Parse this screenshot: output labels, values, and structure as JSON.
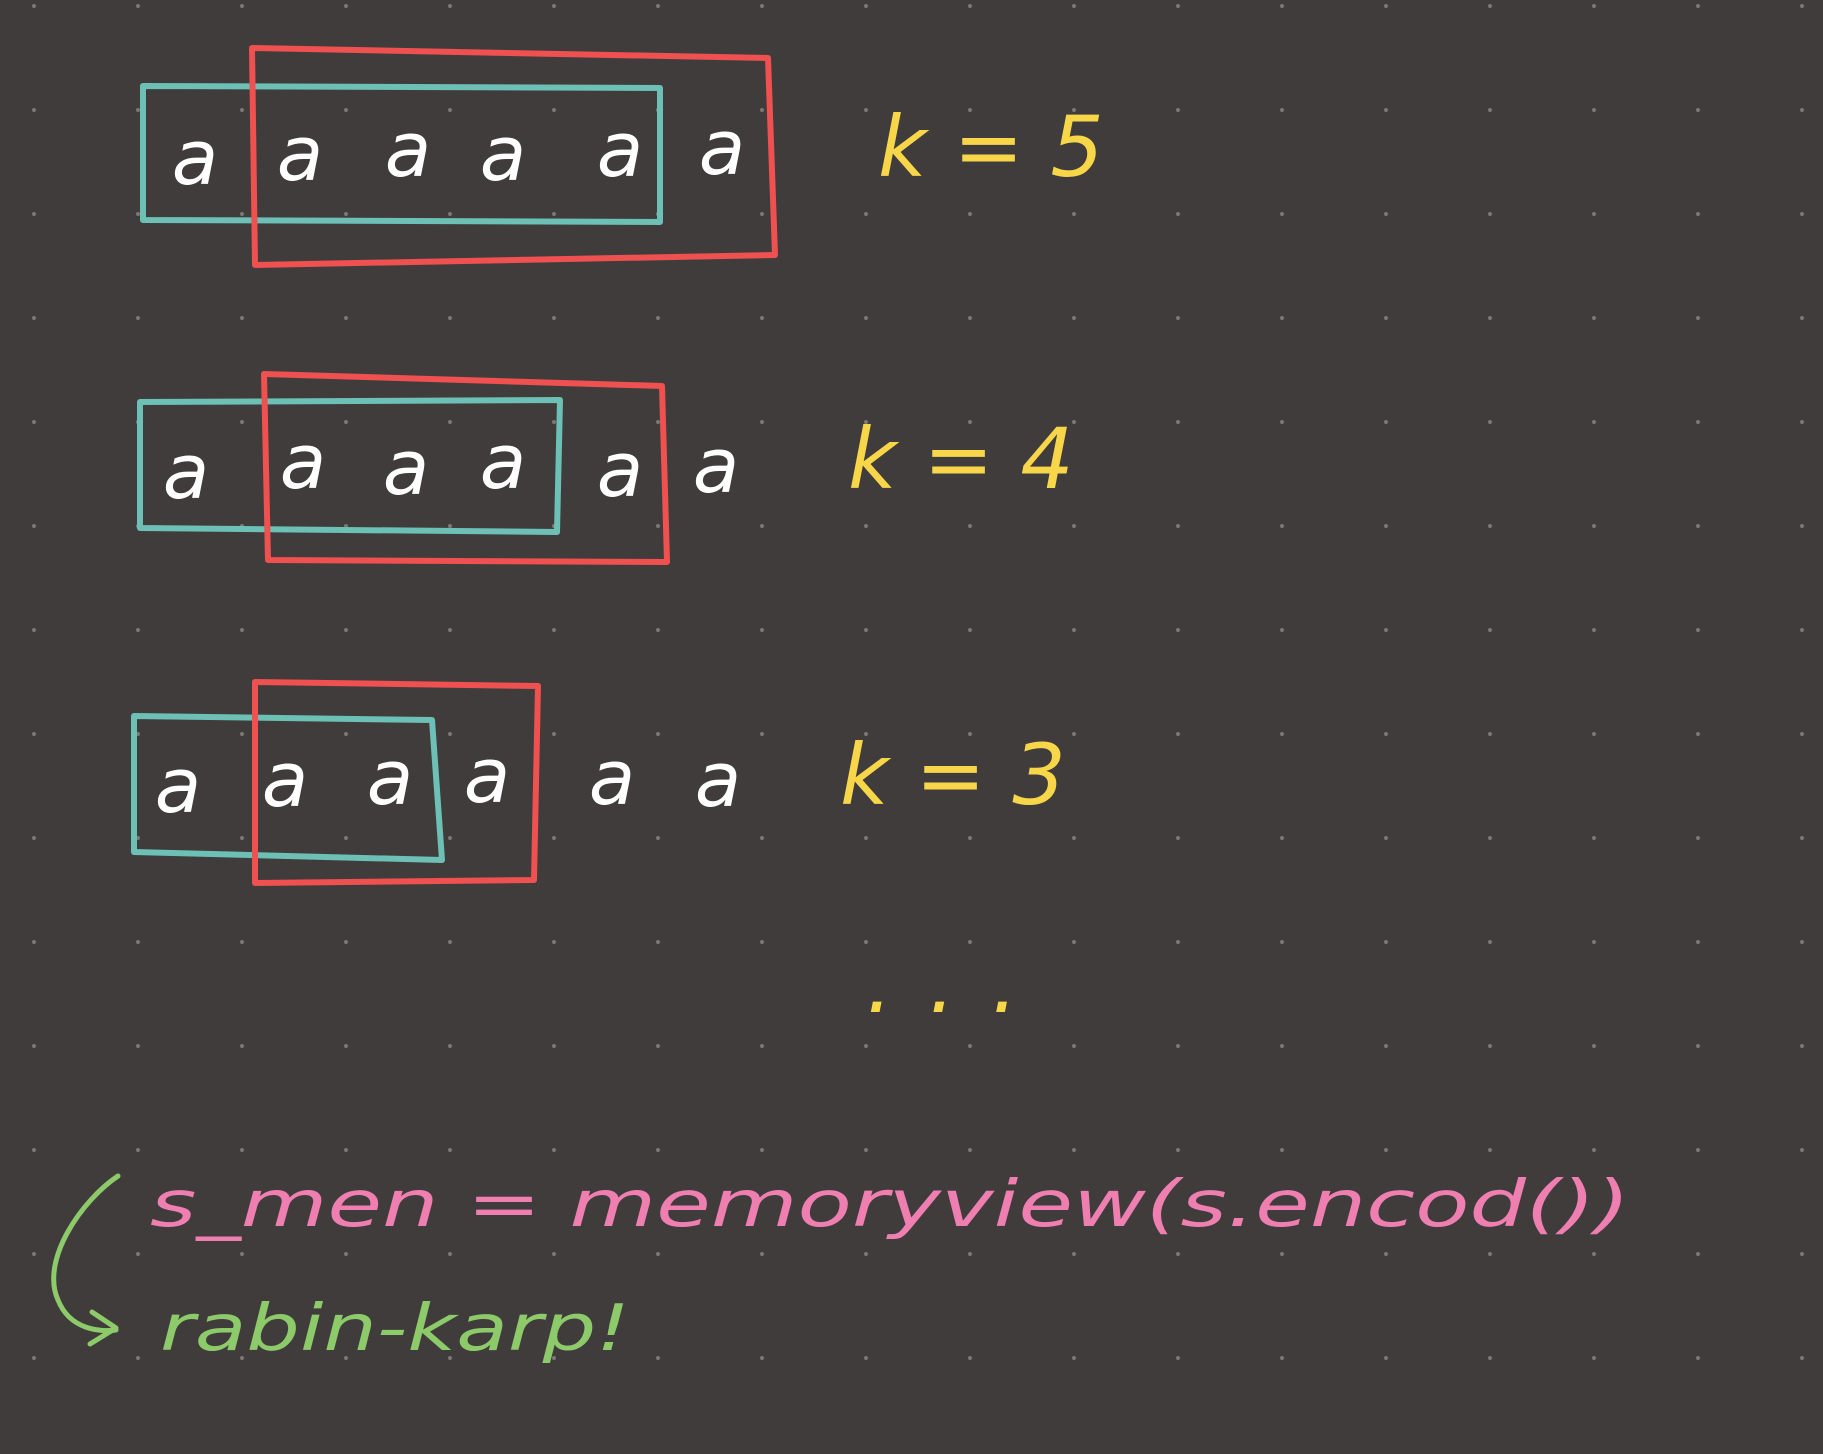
{
  "colors": {
    "background": "#403c3c",
    "dot": "#7d7878",
    "letter": "#ffffff",
    "teal_box": "#6cc0b5",
    "red_box": "#ef5050",
    "k_label": "#f7d64a",
    "pink_code": "#ee7fb0",
    "green_note": "#8dca6a"
  },
  "rows": [
    {
      "letters": [
        "a",
        "a",
        "a",
        "a",
        "a",
        "a"
      ],
      "k_label": "k = 5"
    },
    {
      "letters": [
        "a",
        "a",
        "a",
        "a",
        "a",
        "a"
      ],
      "k_label": "k = 4"
    },
    {
      "letters": [
        "a",
        "a",
        "a",
        "a",
        "a",
        "a"
      ],
      "k_label": "k = 3"
    }
  ],
  "ellipsis": "...",
  "code_line": "s_men = memoryview(s.encod())",
  "note": "rabin-karp!",
  "note_arrow_icon": "curved-arrow-icon"
}
